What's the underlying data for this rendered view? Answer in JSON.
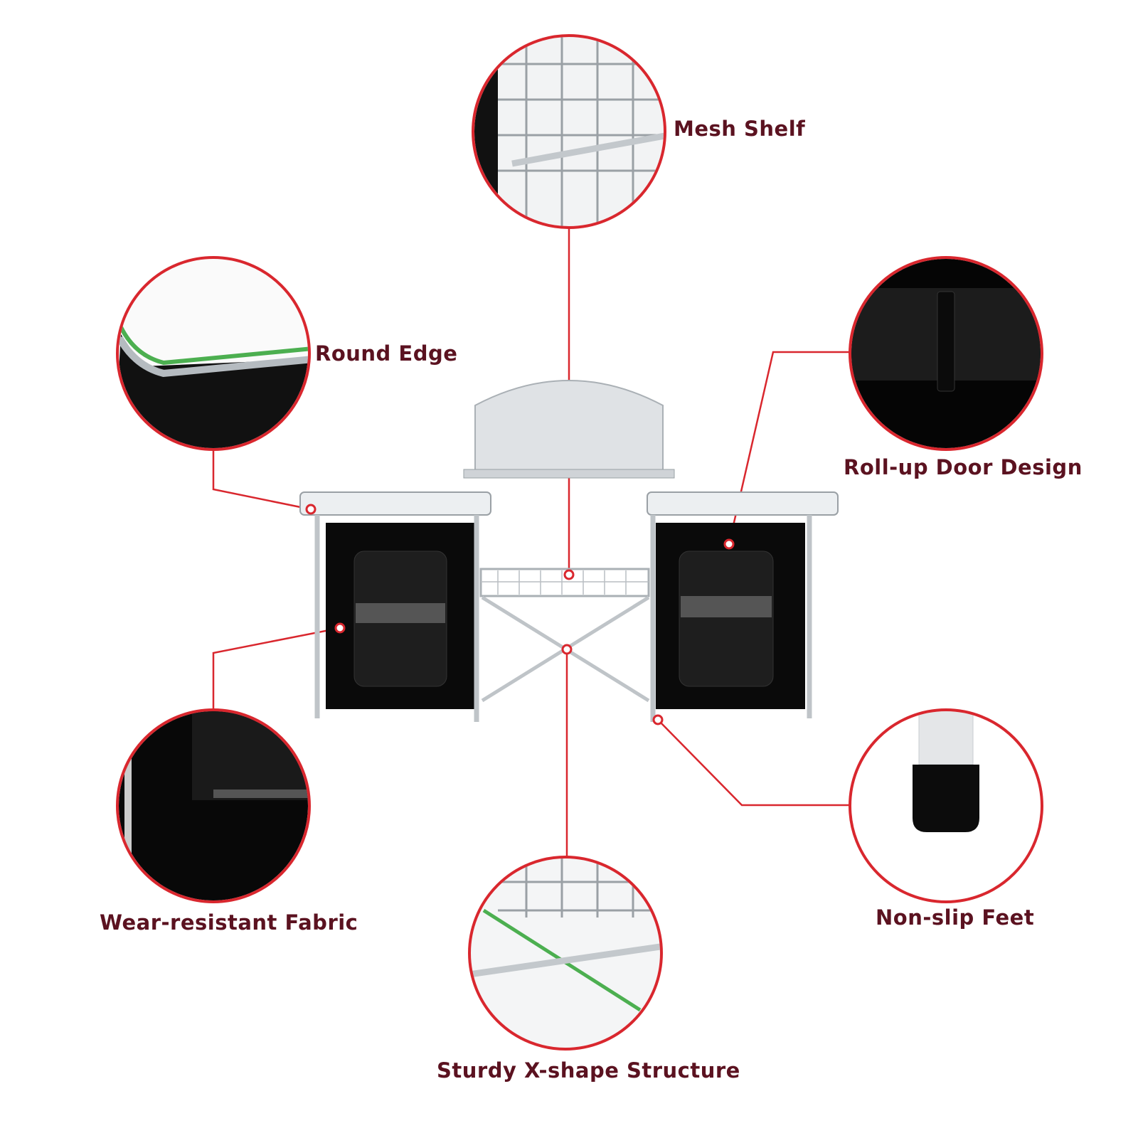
{
  "features": [
    {
      "id": "mesh-shelf",
      "label": "Mesh Shelf"
    },
    {
      "id": "round-edge",
      "label": "Round Edge"
    },
    {
      "id": "roll-up-door",
      "label": "Roll-up Door Design"
    },
    {
      "id": "wear-resistant-fabric",
      "label": "Wear-resistant Fabric"
    },
    {
      "id": "non-slip-feet",
      "label": "Non-slip Feet"
    },
    {
      "id": "x-shape-structure",
      "label": "Sturdy X-shape Structure"
    }
  ],
  "colors": {
    "accent": "#d9272e",
    "label": "#5b1220",
    "fabric": "#0a0a0a",
    "aluminum": "#c8ccd0",
    "highlight": "#4caf50"
  }
}
